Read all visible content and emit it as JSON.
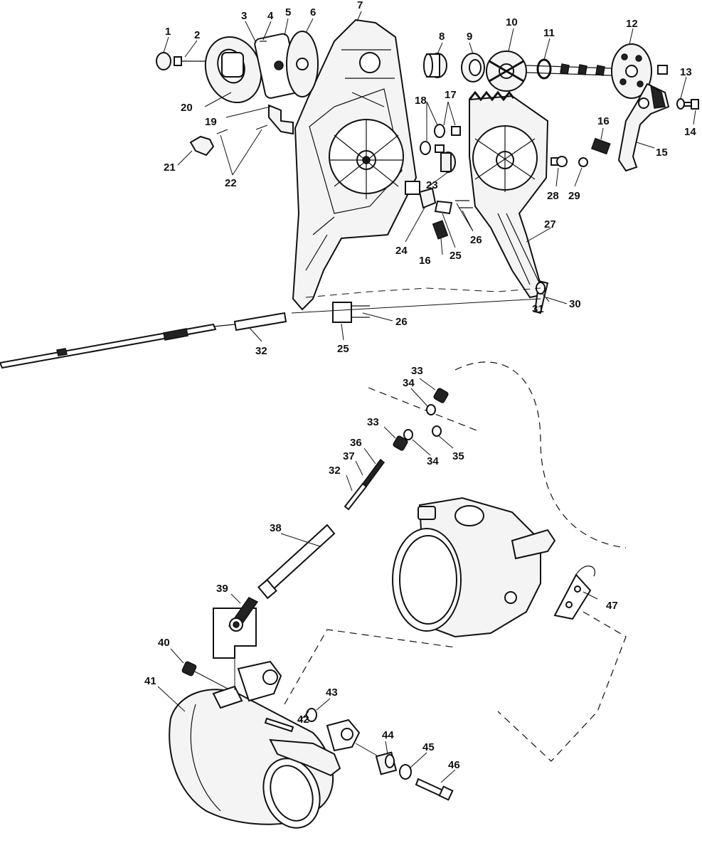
{
  "diagram": {
    "callouts": [
      "1",
      "2",
      "3",
      "4",
      "5",
      "6",
      "7",
      "8",
      "9",
      "10",
      "11",
      "12",
      "13",
      "14",
      "15",
      "16",
      "17",
      "18",
      "19",
      "20",
      "21",
      "22",
      "23",
      "24",
      "25",
      "26",
      "27",
      "28",
      "29",
      "30",
      "31",
      "32",
      "33",
      "34",
      "35",
      "36",
      "37",
      "38",
      "39",
      "40",
      "41",
      "42",
      "43",
      "44",
      "45",
      "46",
      "47"
    ],
    "repeat_callouts": {
      "16b": "16",
      "25b": "25",
      "26b": "26",
      "32b": "32",
      "33b": "33",
      "34b": "34"
    }
  }
}
